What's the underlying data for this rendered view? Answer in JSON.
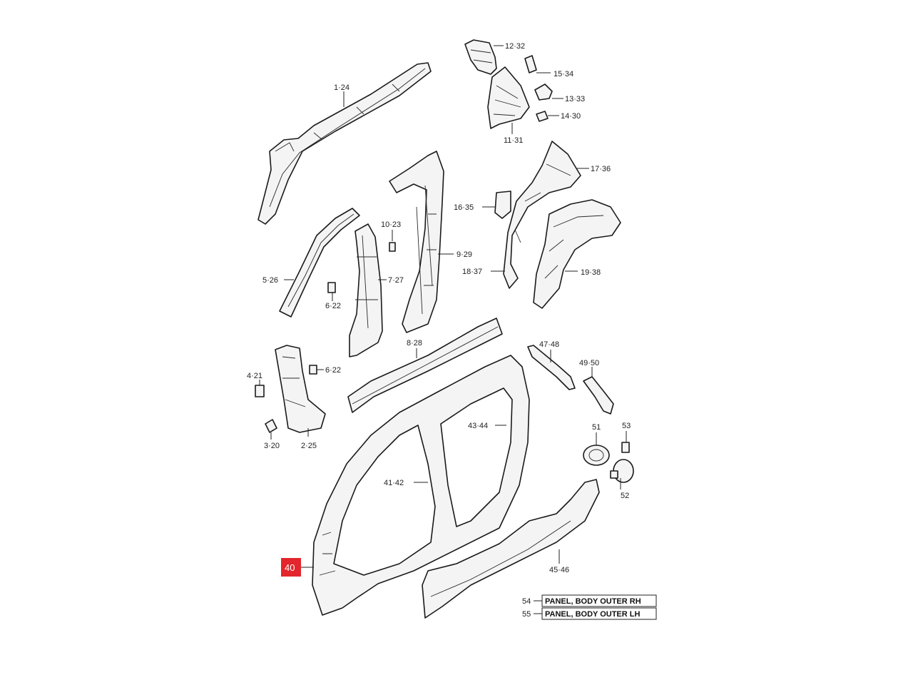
{
  "callouts": {
    "c1": "1·24",
    "c12": "12·32",
    "c15": "15·34",
    "c13": "13·33",
    "c14": "14·30",
    "c11": "11·31",
    "c17": "17·36",
    "c16": "16·35",
    "c10": "10·23",
    "c9": "9·29",
    "c5": "5·26",
    "c7": "7·27",
    "c18": "18·37",
    "c19": "19·38",
    "c6a": "6·22",
    "c6b": "6·22",
    "c8": "8·28",
    "c47": "47·48",
    "c49": "49·50",
    "c4": "4·21",
    "c3": "3·20",
    "c2": "2·25",
    "c43": "43·44",
    "c51": "51",
    "c53": "53",
    "c41": "41·42",
    "c52": "52",
    "c45": "45·46",
    "c40": "40",
    "c54": "54",
    "c55": "55"
  },
  "legend": {
    "item54_label": "PANEL, BODY OUTER RH",
    "item55_label": "PANEL, BODY OUTER LH"
  },
  "colors": {
    "highlight": "#e2262b"
  }
}
